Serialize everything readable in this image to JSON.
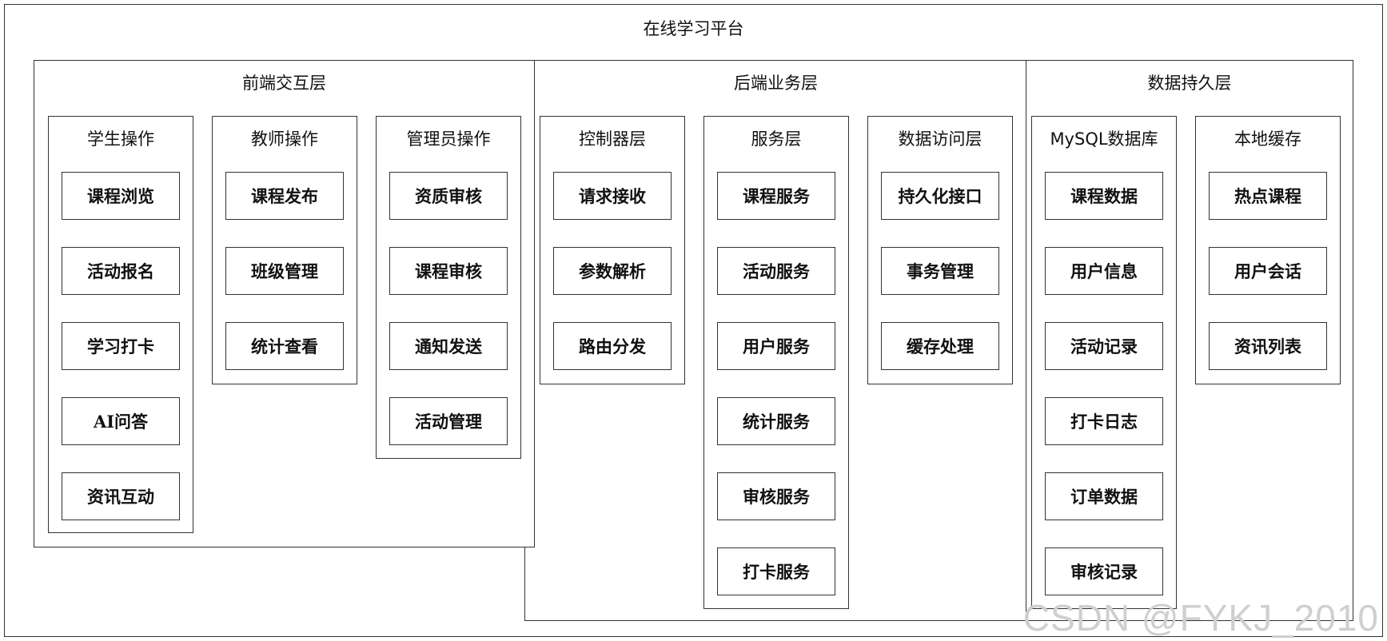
{
  "platform": {
    "title": "在线学习平台"
  },
  "layers": [
    {
      "title": "前端交互层",
      "groups": [
        {
          "title": "学生操作",
          "items": [
            "课程浏览",
            "活动报名",
            "学习打卡",
            "AI问答",
            "资讯互动"
          ]
        },
        {
          "title": "教师操作",
          "items": [
            "课程发布",
            "班级管理",
            "统计查看"
          ]
        },
        {
          "title": "管理员操作",
          "items": [
            "资质审核",
            "课程审核",
            "通知发送",
            "活动管理"
          ]
        }
      ]
    },
    {
      "title": "后端业务层",
      "groups": [
        {
          "title": "控制器层",
          "items": [
            "请求接收",
            "参数解析",
            "路由分发"
          ]
        },
        {
          "title": "服务层",
          "items": [
            "课程服务",
            "活动服务",
            "用户服务",
            "统计服务",
            "审核服务",
            "打卡服务"
          ]
        },
        {
          "title": "数据访问层",
          "items": [
            "持久化接口",
            "事务管理",
            "缓存处理"
          ]
        }
      ]
    },
    {
      "title": "数据持久层",
      "groups": [
        {
          "title": "MySQL数据库",
          "items": [
            "课程数据",
            "用户信息",
            "活动记录",
            "打卡日志",
            "订单数据",
            "审核记录"
          ]
        },
        {
          "title": "本地缓存",
          "items": [
            "热点课程",
            "用户会话",
            "资讯列表"
          ]
        }
      ]
    }
  ],
  "watermark": "CSDN @FYKJ_2010"
}
